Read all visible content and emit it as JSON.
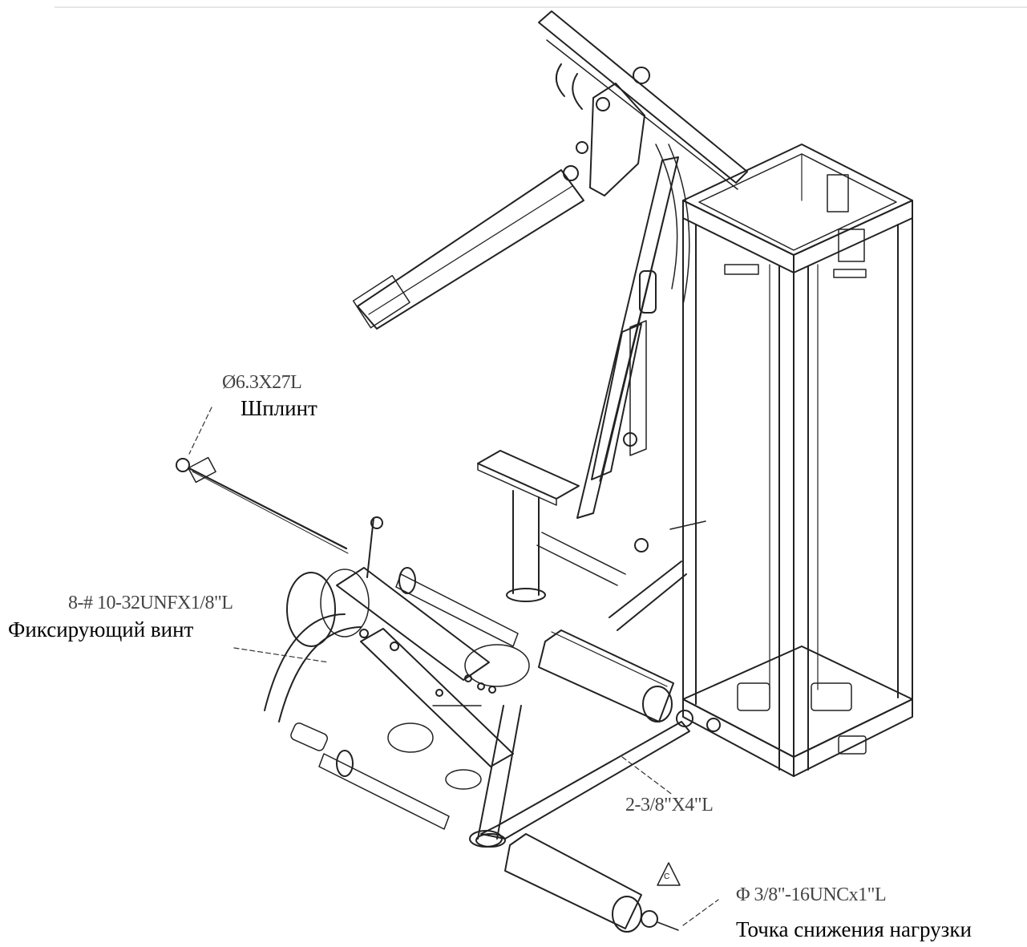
{
  "labels": {
    "cotter_spec": "Ø6.3X27L",
    "cotter_name": "Шплинт",
    "setscrew_spec": "8-# 10-32UNFX1/8\"L",
    "setscrew_name": "Фиксирующий винт",
    "bolt_spec": "2-3/8\"X4\"L",
    "load_bolt_spec": "Φ 3/8\"-16UNCx1\"L",
    "load_point_name": "Точка снижения нагрузки",
    "warning_letter": "C"
  },
  "colors": {
    "line": "#222222",
    "label_spec": "#444444",
    "label_name": "#000000",
    "background": "#ffffff"
  }
}
